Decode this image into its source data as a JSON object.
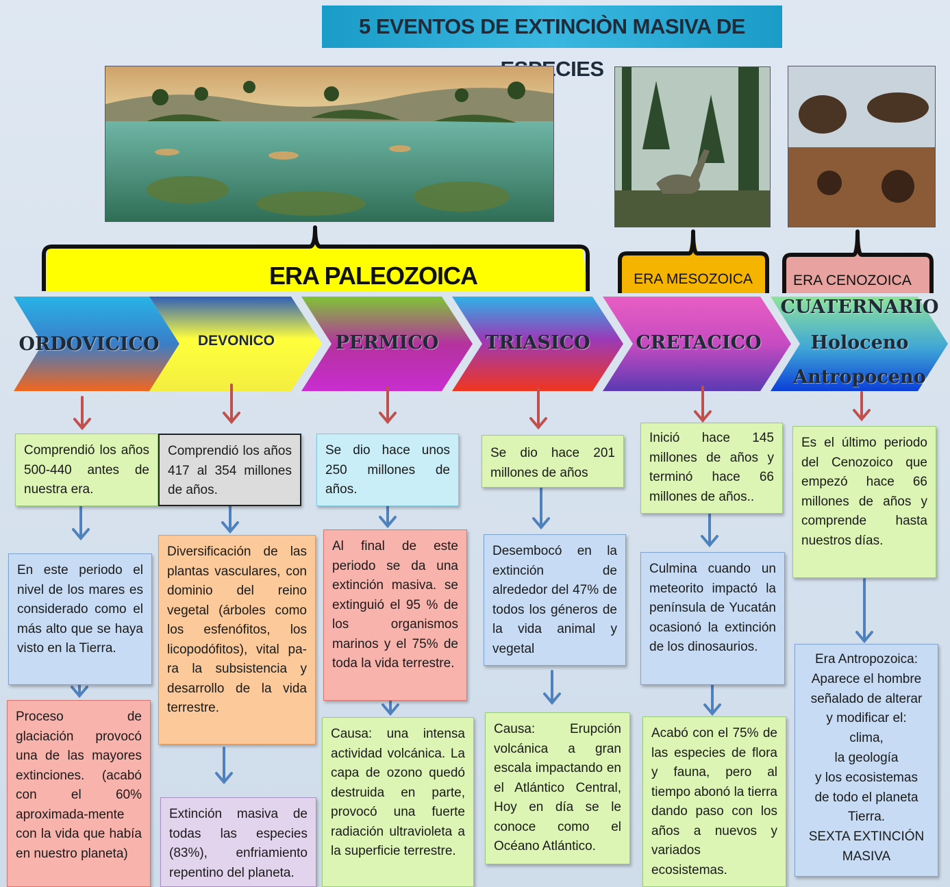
{
  "title": "5 EVENTOS DE EXTINCIÒN MASIVA DE ESPECIES",
  "eras": {
    "paleozoica": "ERA PALEOZOICA",
    "mesozoica": "ERA MESOZOICA",
    "cenozoica": "ERA CENOZOICA"
  },
  "periods": {
    "ordovicico": "ORDOVICICO",
    "devonico": "DEVONICO",
    "permico": "PERMICO",
    "triasico": "TRIASICO",
    "cretacico": "CRETACICO",
    "cuaternario": "CUATERNARIO",
    "holoceno": "Holoceno",
    "antropoceno": "Antropoceno"
  },
  "columns": {
    "ordovicico": {
      "age": "Comprendió los años 500-440 antes de nuestra era.",
      "event": "En este periodo el nivel de los mares es considerado como el más alto que se haya visto en la Tierra.",
      "cause": "Proceso de glaciación provocó una de las mayores extinciones. (acabó con el 60% aproximada-mente con la vida que había en nuestro planeta)"
    },
    "devonico": {
      "age": "Comprendió los años 417 al 354 millones de años.",
      "event": "Diversificación de las plantas vasculares, con dominio del reino vegetal (árboles como los esfenófitos, los licopodófitos), vital pa-ra la subsistencia y desarrollo de la vida terrestre.",
      "cause": "Extinción masiva de todas las especies (83%), enfriamiento repentino del planeta."
    },
    "permico": {
      "age": "Se dio hace unos 250 millones de años.",
      "event": "Al final de este periodo se da una extinción masiva. se extinguió el 95 % de los organismos marinos y el 75% de toda la vida terrestre.",
      "cause": "Causa: una intensa actividad volcánica. La capa de ozono quedó destruida en parte, provocó una fuerte radiación ultravioleta a la superficie terrestre."
    },
    "triasico": {
      "age": "Se dio hace 201 millones de años",
      "event": "Desembocó en la extinción de alrededor del 47% de todos los géneros de la vida animal y vegetal",
      "cause": "Causa: Erupción volcánica a gran escala impactando en el Atlántico Central, Hoy en día se le conoce como el Océano Atlántico."
    },
    "cretacico": {
      "age": "Inició hace 145 millones de años y terminó hace 66 millones de años..",
      "event": "Culmina cuando un meteorito impactó la península de Yucatán ocasionó la extinción de los dinosaurios.",
      "cause": "Acabó con el 75% de las especies de flora y fauna, pero al tiempo abonó la tierra dando paso con los años a nuevos y variados ecosistemas."
    },
    "cuaternario": {
      "age": "Es el último periodo del Cenozoico que empezó hace 66 millones de años y comprende hasta nuestros días.",
      "event_lines": [
        "Era Antropozoica:",
        "Aparece el hombre",
        "señalado de alterar",
        "y modificar el:",
        "clima,",
        "la geología",
        "y los ecosistemas",
        "de todo el planeta",
        "Tierra.",
        "SEXTA EXTINCIÓN",
        "MASIVA"
      ]
    }
  },
  "colors": {
    "paleozoica": "#ffff00",
    "mesozoica": "#f5b400",
    "cenozoica": "#e8a3a0",
    "arrow_red": "#c0504d",
    "arrow_blue": "#4f81bd"
  }
}
